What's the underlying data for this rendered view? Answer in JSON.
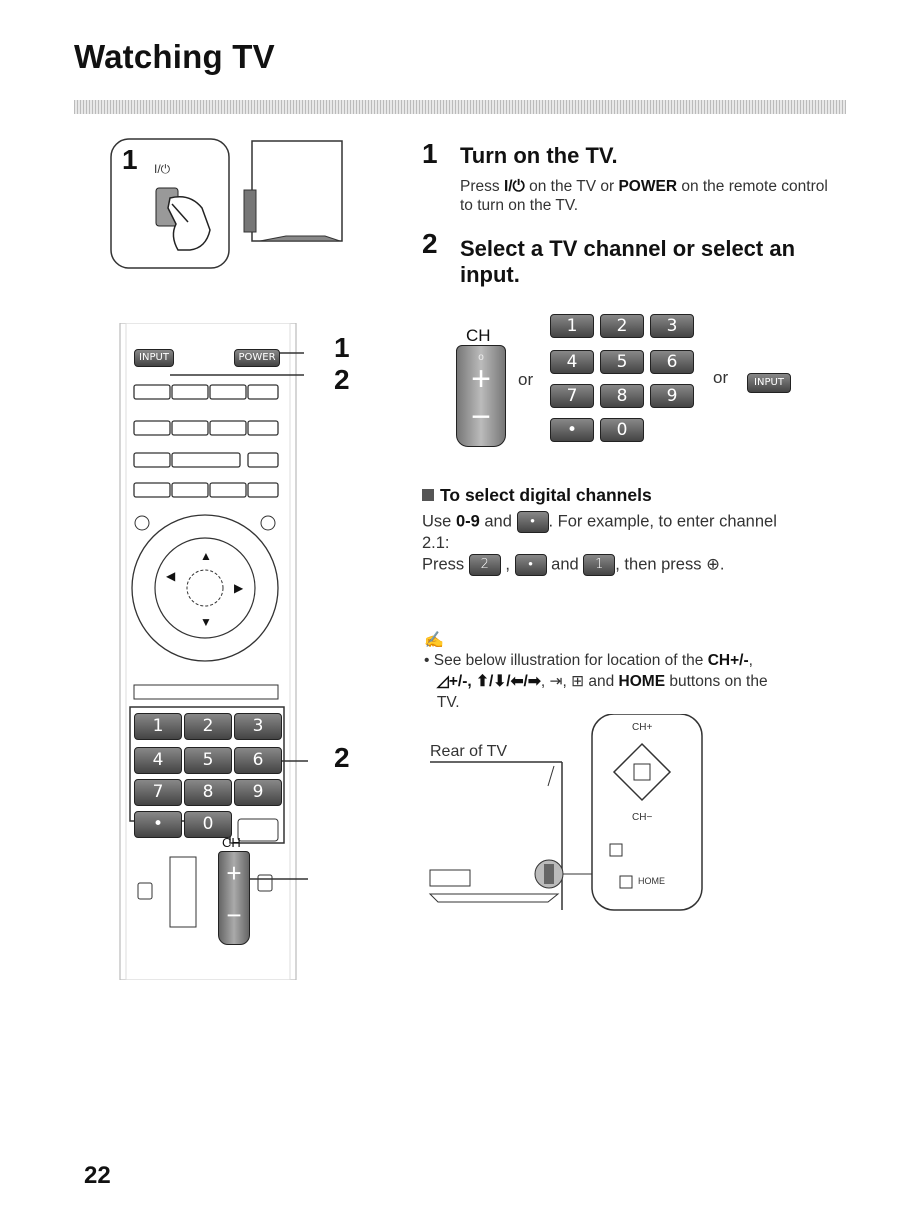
{
  "header": {
    "title": "Watching TV"
  },
  "figure_top": {
    "callout": "1",
    "power_mark": "I/⏻"
  },
  "steps": [
    {
      "number": "1",
      "title": "Turn on the TV.",
      "body_pre": "Press ",
      "power_symbol": "I/⏻",
      "body_mid": " on the TV or ",
      "power_word": "POWER",
      "body_post": " on the remote control to turn on the TV."
    },
    {
      "number": "2",
      "title": "Select a TV channel or select an input."
    }
  ],
  "channel_figure": {
    "ch_label": "CH",
    "rocker_plus": "+",
    "rocker_minus": "−",
    "keys": [
      "1",
      "2",
      "3",
      "4",
      "5",
      "6",
      "7",
      "8",
      "9",
      "•",
      "0"
    ],
    "or_1": "or",
    "or_2": "or",
    "input_key": "INPUT"
  },
  "digital": {
    "heading": "To select digital channels",
    "line1_pre": "Use ",
    "line1_bold": "0-9",
    "line1_mid": " and ",
    "dot_key": "•",
    "line1_post": ". For example, to enter channel",
    "line2": "2.1:",
    "line3_pre": "Press ",
    "key_a": "2",
    "comma": ",",
    "key_b": "•",
    "and": "and",
    "key_c": "1",
    "line3_post": ", then press ⊕."
  },
  "note": {
    "icon_char": "✍",
    "bullet_pre": "See below illustration for location of the ",
    "bullet_bold1": "CH+/-",
    "bullet_mid1": ",",
    "bullet_line2_a": "◿+/-, ",
    "bullet_line2_b": "⬆/⬇/⬅/➡",
    "bullet_line2_c": ", ⇥, ⊞ and ",
    "bullet_bold2": "HOME",
    "bullet_line2_d": " buttons on the",
    "bullet_line3": "TV."
  },
  "rear_figure": {
    "label": "Rear of TV",
    "ch_plus": "CH+",
    "ch_minus": "CH−",
    "home": "HOME"
  },
  "remote": {
    "input_label": "INPUT",
    "power_label": "POWER",
    "callout_1": "1",
    "callout_2": "2",
    "callout_3": "2",
    "ch_label": "CH",
    "keys": [
      "1",
      "2",
      "3",
      "4",
      "5",
      "6",
      "7",
      "8",
      "9",
      "•",
      "0"
    ],
    "plus": "+",
    "minus": "−"
  },
  "footer": {
    "page_number": "22"
  }
}
